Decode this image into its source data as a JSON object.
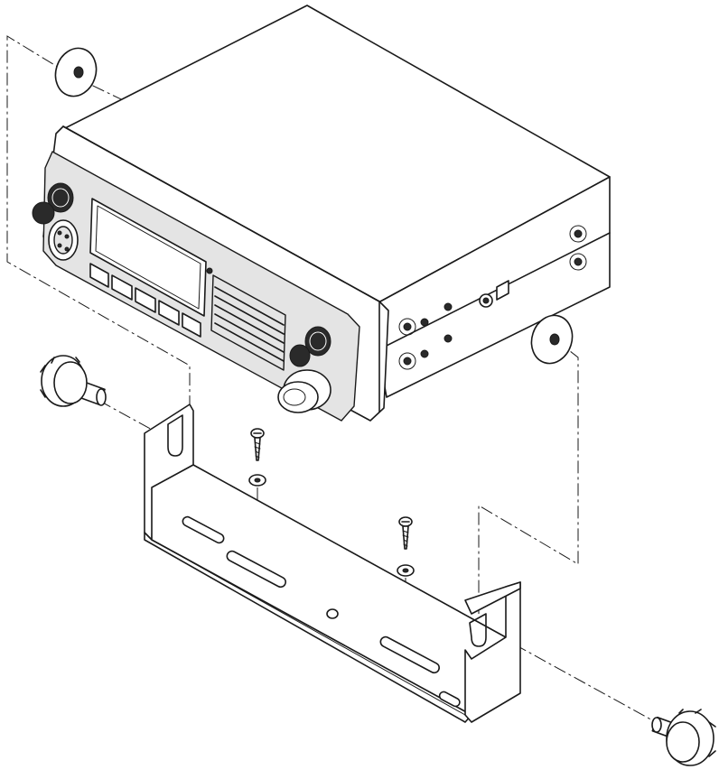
{
  "figure": {
    "description_visible_text": [],
    "colors": {
      "line": "#1a1a1a",
      "paper": "#ffffff",
      "panel": "#e4e4e4",
      "dark": "#2a2a2a"
    },
    "parts": [
      {
        "id": "radio-unit"
      },
      {
        "id": "mounting-bracket"
      },
      {
        "id": "thumb-knob-left"
      },
      {
        "id": "thumb-knob-right"
      },
      {
        "id": "washer-left"
      },
      {
        "id": "washer-right"
      },
      {
        "id": "screw-left"
      },
      {
        "id": "screw-right"
      }
    ]
  }
}
